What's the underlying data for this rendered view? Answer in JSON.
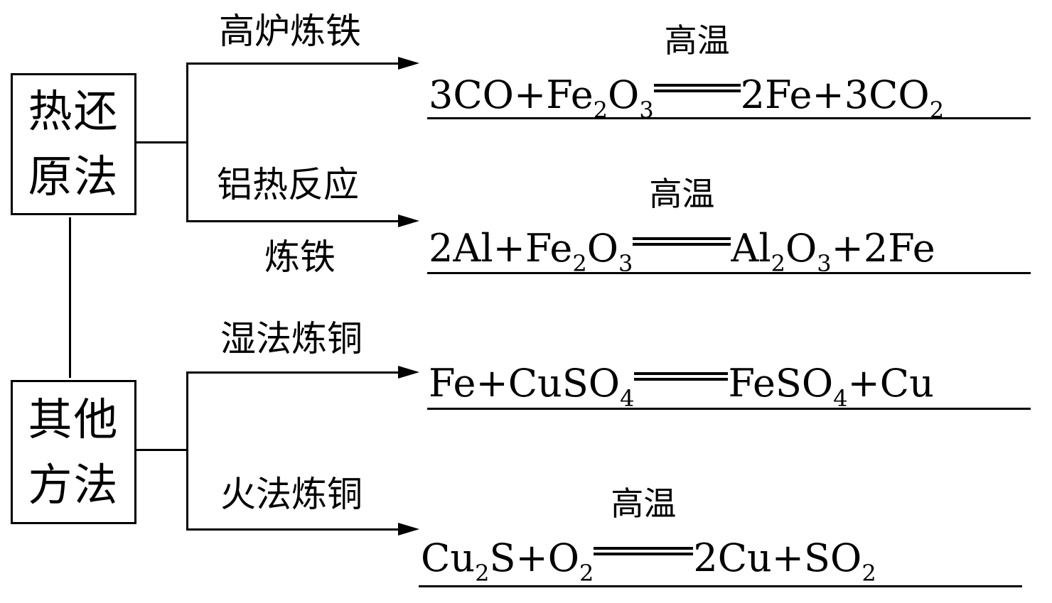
{
  "left_boxes": [
    {
      "lines": [
        "热还",
        "原法"
      ]
    },
    {
      "lines": [
        "其他",
        "方法"
      ]
    }
  ],
  "branches": [
    {
      "label_lines": [
        "高炉炼铁"
      ],
      "equation": {
        "reactants": [
          {
            "t": "3CO+Fe"
          },
          {
            "s": "2"
          },
          {
            "t": "O"
          },
          {
            "s": "3"
          }
        ],
        "condition": "高温",
        "products": [
          {
            "t": "2Fe+3CO"
          },
          {
            "s": "2"
          }
        ]
      }
    },
    {
      "label_lines": [
        "铝热反应",
        "炼铁"
      ],
      "equation": {
        "reactants": [
          {
            "t": "2Al+Fe"
          },
          {
            "s": "2"
          },
          {
            "t": "O"
          },
          {
            "s": "3"
          }
        ],
        "condition": "高温",
        "products": [
          {
            "t": "Al"
          },
          {
            "s": "2"
          },
          {
            "t": "O"
          },
          {
            "s": "3"
          },
          {
            "t": "+2Fe"
          }
        ]
      }
    },
    {
      "label_lines": [
        "湿法炼铜"
      ],
      "equation": {
        "reactants": [
          {
            "t": "Fe+CuSO"
          },
          {
            "s": "4"
          }
        ],
        "condition": "",
        "products": [
          {
            "t": "FeSO"
          },
          {
            "s": "4"
          },
          {
            "t": "+Cu"
          }
        ]
      }
    },
    {
      "label_lines": [
        "火法炼铜"
      ],
      "equation": {
        "reactants": [
          {
            "t": "Cu"
          },
          {
            "s": "2"
          },
          {
            "t": "S+O"
          },
          {
            "s": "2"
          }
        ],
        "condition": "高温",
        "products": [
          {
            "t": "2Cu+SO"
          },
          {
            "s": "2"
          }
        ]
      }
    }
  ]
}
